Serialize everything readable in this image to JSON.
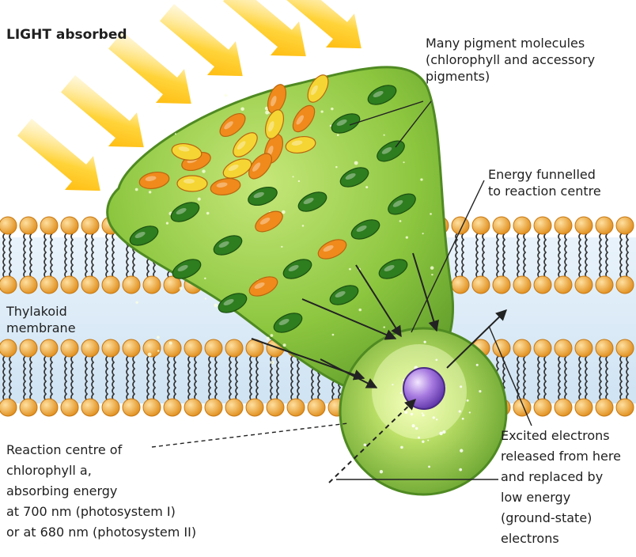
{
  "title_fragment": "…photosynthetic… (cut off)",
  "labels": {
    "light": "LIGHT absorbed",
    "pigments": [
      "Many pigment molecules",
      "(chlorophyll and accessory",
      "pigments)"
    ],
    "funnel": [
      "Energy funnelled",
      "to reaction centre"
    ],
    "thylakoid": [
      "Thylakoid",
      "membrane"
    ],
    "reaction_centre": [
      "Reaction centre of",
      "chlorophyll a,",
      "absorbing energy",
      "at 700 nm (photosystem I)",
      "or at 680 nm (photosystem II)"
    ],
    "electrons": [
      "Excited electrons",
      "released from here",
      "and replaced by",
      "low energy",
      "(ground-state)",
      "electrons"
    ]
  },
  "colors": {
    "membrane_head": "#f0a835",
    "membrane_tail": "#333333",
    "antenna_green": "#8cc63f",
    "chlorophyll": "#2e7d1f",
    "carotenoid_orange": "#f08a1c",
    "xanthophyll_yellow": "#f5d533",
    "reaction_centre": "#9b6bd6",
    "light_ray": "#ffc21a"
  }
}
